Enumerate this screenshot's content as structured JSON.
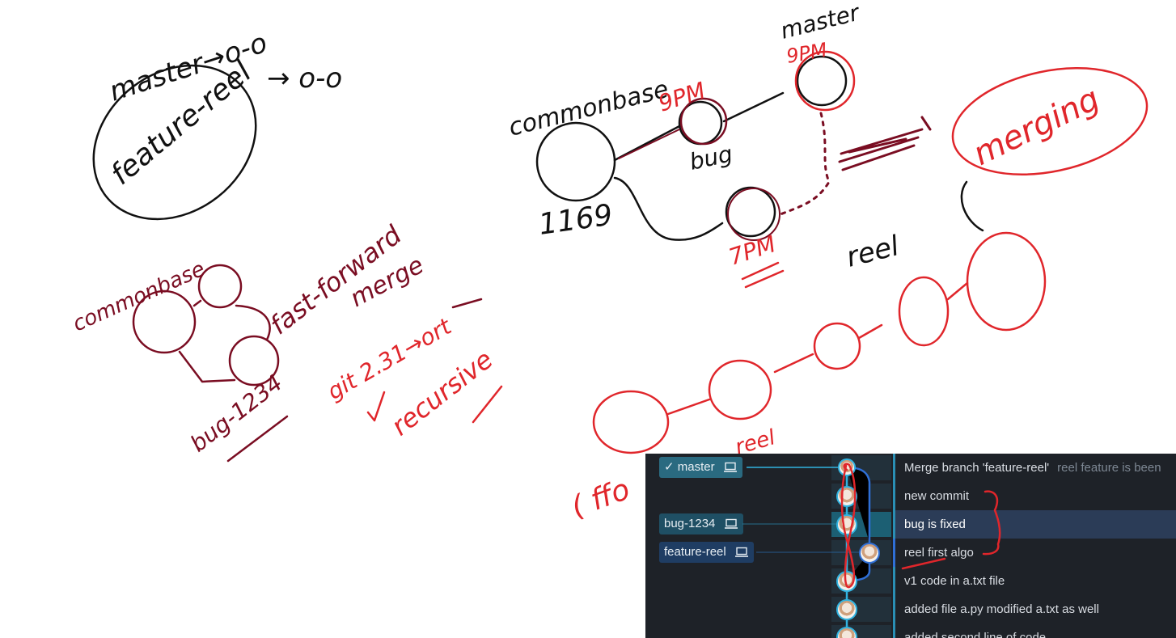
{
  "whiteboard": {
    "notes": {
      "master_arrow": "master→o-o",
      "feature_reel": "feature-reel",
      "arrow_oo": "→ o-o",
      "commonbase_left": "commonbase",
      "fast_forward": "fast-forward",
      "merge": "merge",
      "bug_1234": "bug-1234",
      "git_version": "git 2.31→ort",
      "recursive": "recursive",
      "commonbase_right": "commonbase",
      "time_9pm_a": "9PM",
      "master_right": "master",
      "time_9pm_b": "9PM",
      "bug": "bug",
      "number": "1169",
      "time_7pm": "7PM",
      "reel": "reel",
      "merging": "merging",
      "reel_small": "reel",
      "ffo": "( ffo"
    },
    "ink_colors": {
      "black": "#111111",
      "red": "#e0262b",
      "maroon": "#7a0d22"
    }
  },
  "git_panel": {
    "colors": {
      "background": "#1e2228",
      "selected_row": "#2b3c57",
      "graph_line": "#31b3e0",
      "accent": "#2a8fb5"
    },
    "branches": [
      {
        "name": "master",
        "checked_out": true
      },
      {
        "name": "bug-1234",
        "checked_out": false
      },
      {
        "name": "feature-reel",
        "checked_out": false
      }
    ],
    "commits": [
      {
        "message": "Merge branch 'feature-reel'",
        "description": "reel feature is been"
      },
      {
        "message": "new commit",
        "description": ""
      },
      {
        "message": "bug is fixed",
        "description": ""
      },
      {
        "message": "reel first algo",
        "description": ""
      },
      {
        "message": "v1 code in a.txt file",
        "description": ""
      },
      {
        "message": "added file a.py modified a.txt as well",
        "description": ""
      },
      {
        "message": "added second line of code",
        "description": ""
      }
    ]
  }
}
